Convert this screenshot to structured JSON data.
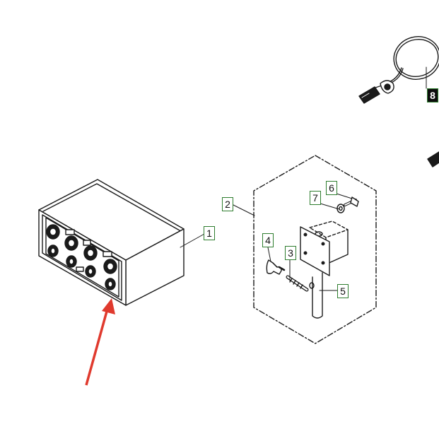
{
  "diagram": {
    "callouts": [
      {
        "id": "part-1",
        "label": "1"
      },
      {
        "id": "part-2",
        "label": "2"
      },
      {
        "id": "part-3",
        "label": "3"
      },
      {
        "id": "part-4",
        "label": "4"
      },
      {
        "id": "part-5",
        "label": "5"
      },
      {
        "id": "part-6",
        "label": "6"
      },
      {
        "id": "part-7",
        "label": "7"
      },
      {
        "id": "part-8",
        "label": "8"
      }
    ],
    "colors": {
      "line": "#1a1a1a",
      "callout_border": "#2e7d2e",
      "highlight_fill": "#0c0c0c",
      "pointer_arrow": "#e03a2e"
    }
  }
}
